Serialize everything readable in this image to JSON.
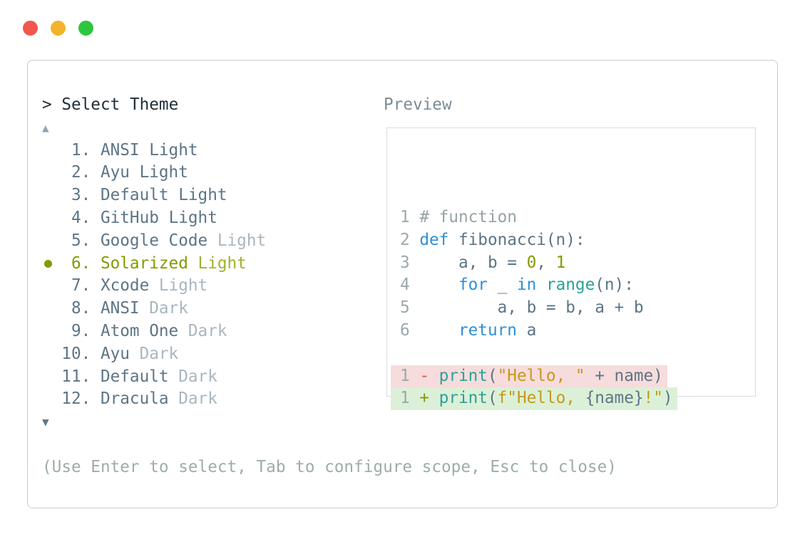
{
  "window": {
    "controls": [
      {
        "name": "close",
        "color": "#f2564d"
      },
      {
        "name": "minimize",
        "color": "#f3b32b"
      },
      {
        "name": "maximize",
        "color": "#2dc63f"
      }
    ]
  },
  "theme_picker": {
    "prompt": ">",
    "title": "Select Theme",
    "scroll_up_icon": "▲",
    "scroll_down_icon": "▼",
    "hint": "(Use Enter to select, Tab to configure scope, Esc to close)",
    "items": [
      {
        "number": "1.",
        "name": "ANSI",
        "variant": "Light",
        "selected": false,
        "color": "normal",
        "variant_color": "normal"
      },
      {
        "number": "2.",
        "name": "Ayu",
        "variant": "Light",
        "selected": false,
        "color": "normal",
        "variant_color": "normal"
      },
      {
        "number": "3.",
        "name": "Default",
        "variant": "Light",
        "selected": false,
        "color": "normal",
        "variant_color": "normal"
      },
      {
        "number": "4.",
        "name": "GitHub",
        "variant": "Light",
        "selected": false,
        "color": "normal",
        "variant_color": "normal"
      },
      {
        "number": "5.",
        "name": "Google Code",
        "variant": "Light",
        "selected": false,
        "color": "normal",
        "variant_color": "dim"
      },
      {
        "number": "6.",
        "name": "Solarized",
        "variant": "Light",
        "selected": true,
        "color": "selected",
        "variant_color": "selected_dim"
      },
      {
        "number": "7.",
        "name": "Xcode",
        "variant": "Light",
        "selected": false,
        "color": "normal",
        "variant_color": "dim"
      },
      {
        "number": "8.",
        "name": "ANSI",
        "variant": "Dark",
        "selected": false,
        "color": "normal",
        "variant_color": "dim"
      },
      {
        "number": "9.",
        "name": "Atom One",
        "variant": "Dark",
        "selected": false,
        "color": "normal",
        "variant_color": "dim"
      },
      {
        "number": "10.",
        "name": "Ayu",
        "variant": "Dark",
        "selected": false,
        "color": "normal",
        "variant_color": "dim"
      },
      {
        "number": "11.",
        "name": "Default",
        "variant": "Dark",
        "selected": false,
        "color": "normal",
        "variant_color": "dim"
      },
      {
        "number": "12.",
        "name": "Dracula",
        "variant": "Dark",
        "selected": false,
        "color": "normal",
        "variant_color": "dim"
      }
    ]
  },
  "preview": {
    "label": "Preview",
    "lines": [
      {
        "number": "1",
        "diff": null,
        "tokens": [
          {
            "t": "# function",
            "c": "comment"
          }
        ]
      },
      {
        "number": "2",
        "diff": null,
        "tokens": [
          {
            "t": "def",
            "c": "keyword"
          },
          {
            "t": " fibonacci(n):",
            "c": "base"
          }
        ]
      },
      {
        "number": "3",
        "diff": null,
        "tokens": [
          {
            "t": "    a, b = ",
            "c": "base"
          },
          {
            "t": "0",
            "c": "number"
          },
          {
            "t": ", ",
            "c": "base"
          },
          {
            "t": "1",
            "c": "number"
          }
        ]
      },
      {
        "number": "4",
        "diff": null,
        "tokens": [
          {
            "t": "    ",
            "c": "base"
          },
          {
            "t": "for",
            "c": "keyword"
          },
          {
            "t": " _ ",
            "c": "base"
          },
          {
            "t": "in",
            "c": "keyword"
          },
          {
            "t": " ",
            "c": "base"
          },
          {
            "t": "range",
            "c": "function"
          },
          {
            "t": "(n):",
            "c": "base"
          }
        ]
      },
      {
        "number": "5",
        "diff": null,
        "tokens": [
          {
            "t": "        a, b = b, a + b",
            "c": "base"
          }
        ]
      },
      {
        "number": "6",
        "diff": null,
        "tokens": [
          {
            "t": "    ",
            "c": "base"
          },
          {
            "t": "return",
            "c": "keyword"
          },
          {
            "t": " a",
            "c": "base"
          }
        ]
      },
      {
        "number": "",
        "diff": null,
        "tokens": []
      },
      {
        "number": "1",
        "diff": "removed",
        "tokens": [
          {
            "t": "- ",
            "c": "removed_sign"
          },
          {
            "t": "print",
            "c": "function"
          },
          {
            "t": "(",
            "c": "base"
          },
          {
            "t": "\"Hello, \"",
            "c": "string"
          },
          {
            "t": " + name)",
            "c": "base"
          }
        ]
      },
      {
        "number": "1",
        "diff": "added",
        "tokens": [
          {
            "t": "+ ",
            "c": "added_sign"
          },
          {
            "t": "print",
            "c": "function"
          },
          {
            "t": "(",
            "c": "base"
          },
          {
            "t": "f\"Hello, ",
            "c": "string"
          },
          {
            "t": "{name}",
            "c": "base"
          },
          {
            "t": "!\"",
            "c": "string"
          },
          {
            "t": ")",
            "c": "base"
          }
        ]
      }
    ]
  },
  "colors": {
    "list": {
      "normal": "#5d7585",
      "dim": "#a9b6bf",
      "selected": "#859900",
      "selected_dim": "#a4b02c"
    },
    "syntax": {
      "base": "#5d7585",
      "keyword": "#2f8fd5",
      "function": "#2aa198",
      "string": "#c49a1d",
      "number": "#859900",
      "comment": "#95a3a6",
      "line_number": "#9ba8ae",
      "removed_sign": "#e0514a",
      "added_sign": "#859900"
    },
    "diff": {
      "removed": "#f6dcdc",
      "added": "#dcf0d8"
    },
    "panel_border": "#c9cdd0",
    "preview_border": "#d8dbdd"
  }
}
